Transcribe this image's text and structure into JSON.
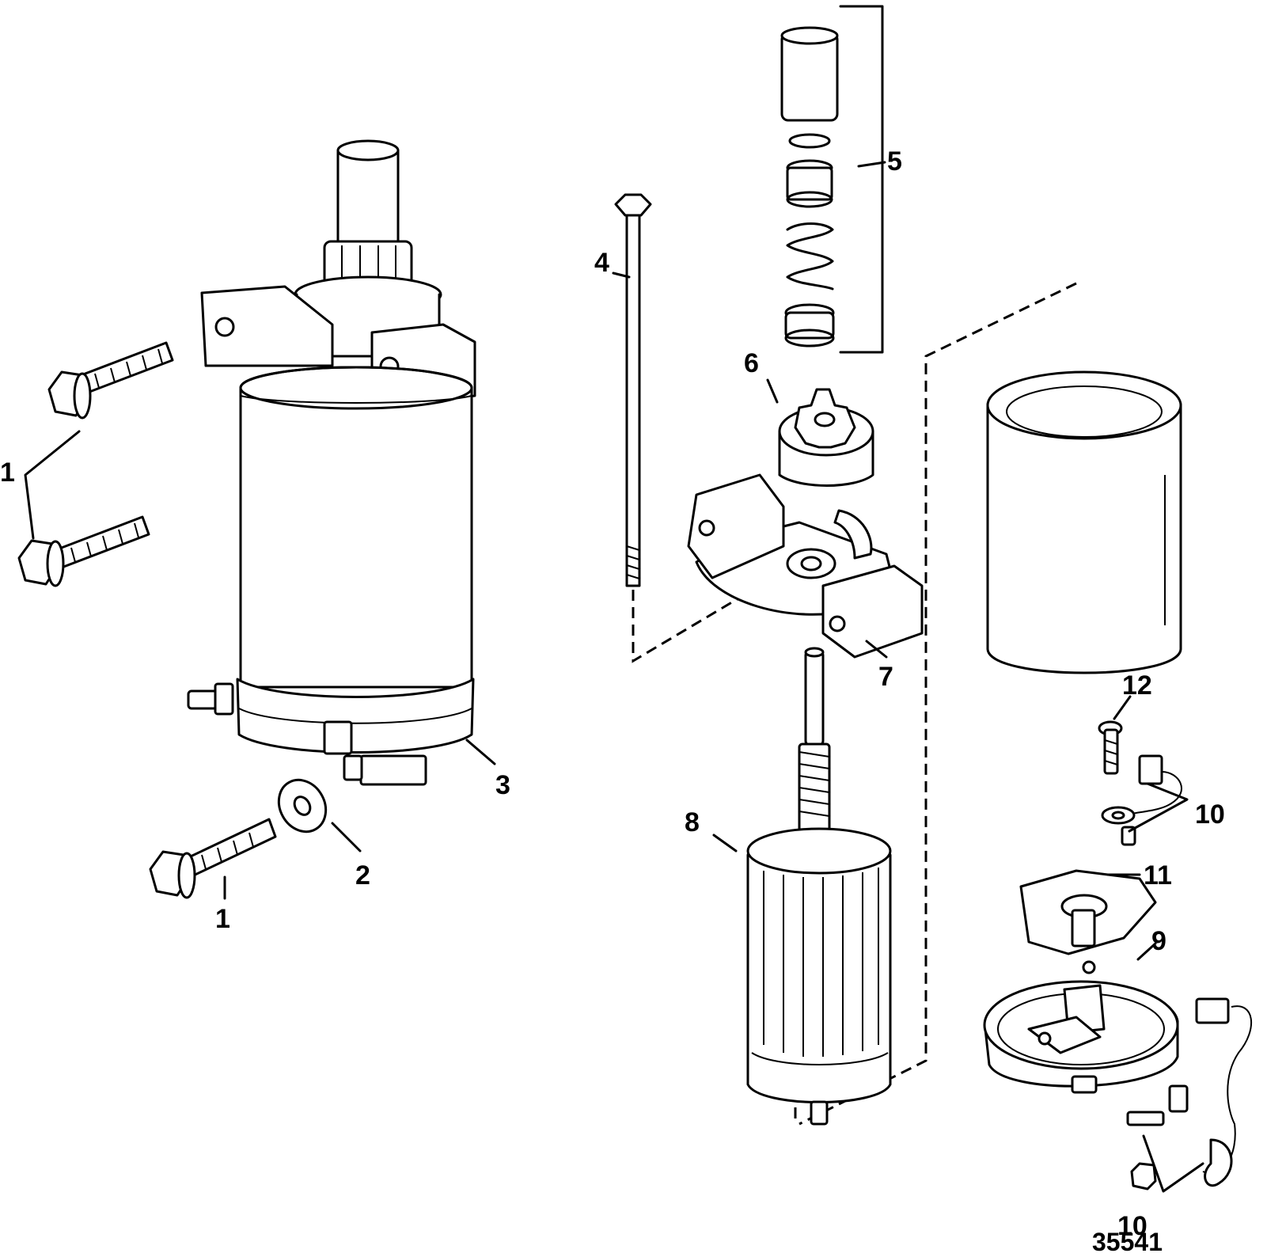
{
  "callouts": {
    "c1a": "1",
    "c1b": "1",
    "c2": "2",
    "c3": "3",
    "c4": "4",
    "c5": "5",
    "c6": "6",
    "c7": "7",
    "c8": "8",
    "c9": "9",
    "c10a": "10",
    "c10b": "10",
    "c11": "11",
    "c12": "12"
  },
  "figure_number": "35541"
}
